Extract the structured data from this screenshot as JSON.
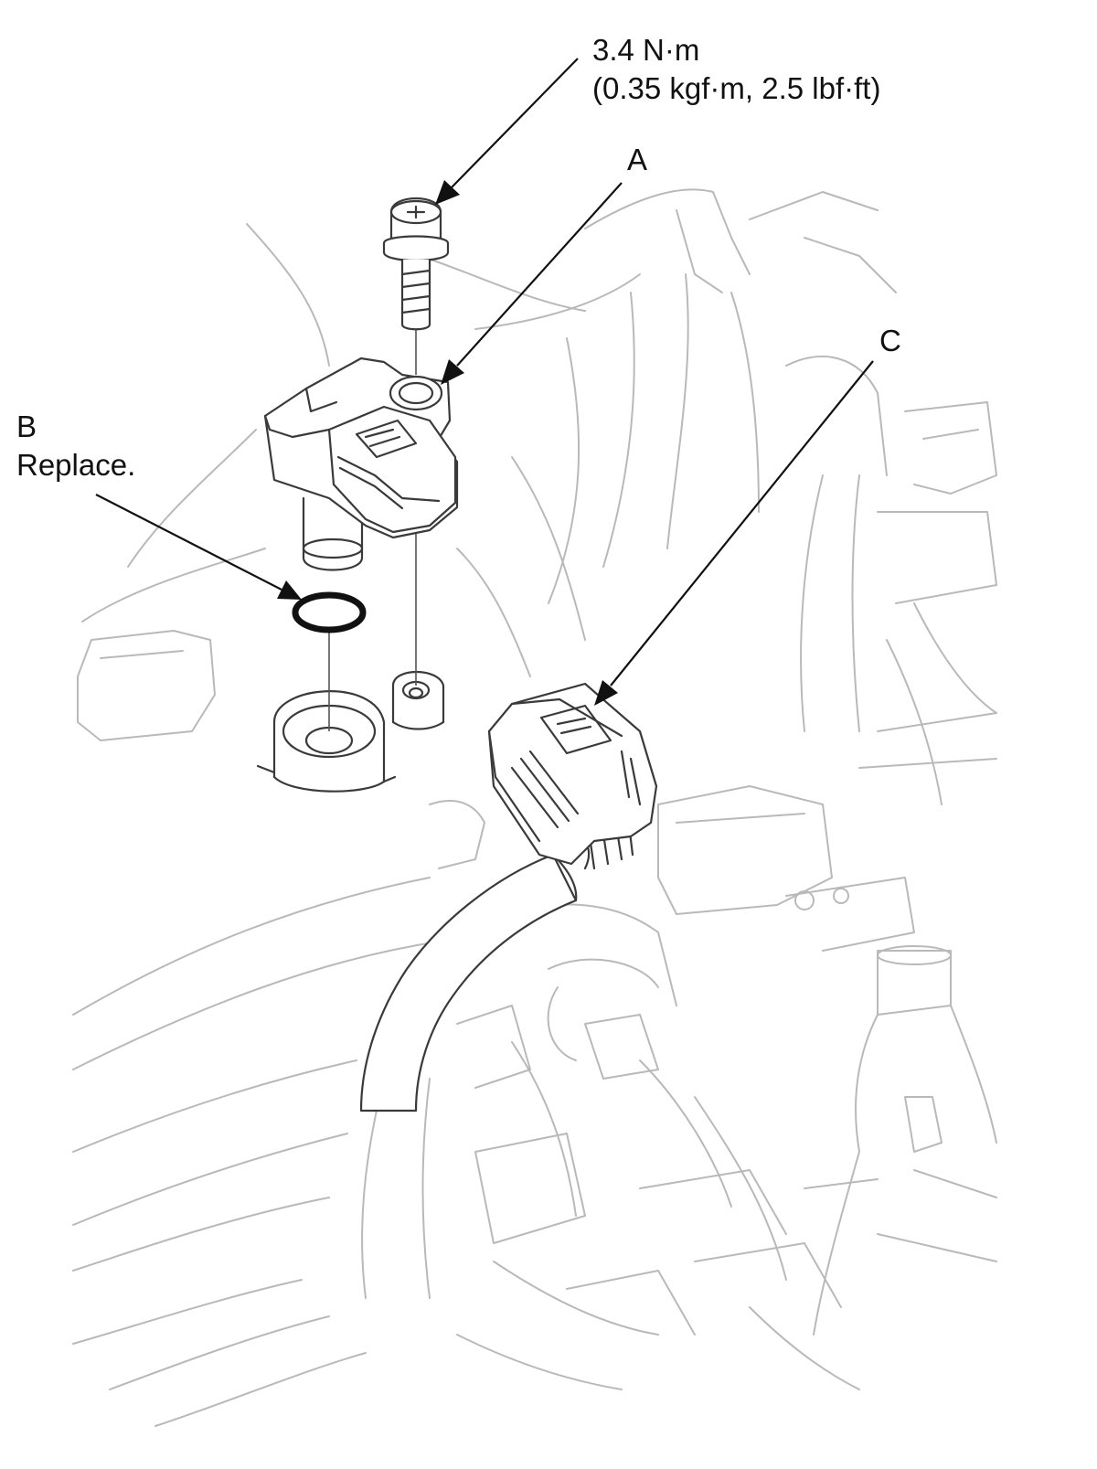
{
  "labels": {
    "torque_line1": "3.4 N·m",
    "torque_line2": "(0.35 kgf·m, 2.5 lbf·ft)",
    "a": "A",
    "b": "B",
    "b_note": "Replace.",
    "c": "C"
  },
  "colors": {
    "background_line": "#b9b9b9",
    "part_line": "#3a3a3a",
    "leader_line": "#111111"
  }
}
